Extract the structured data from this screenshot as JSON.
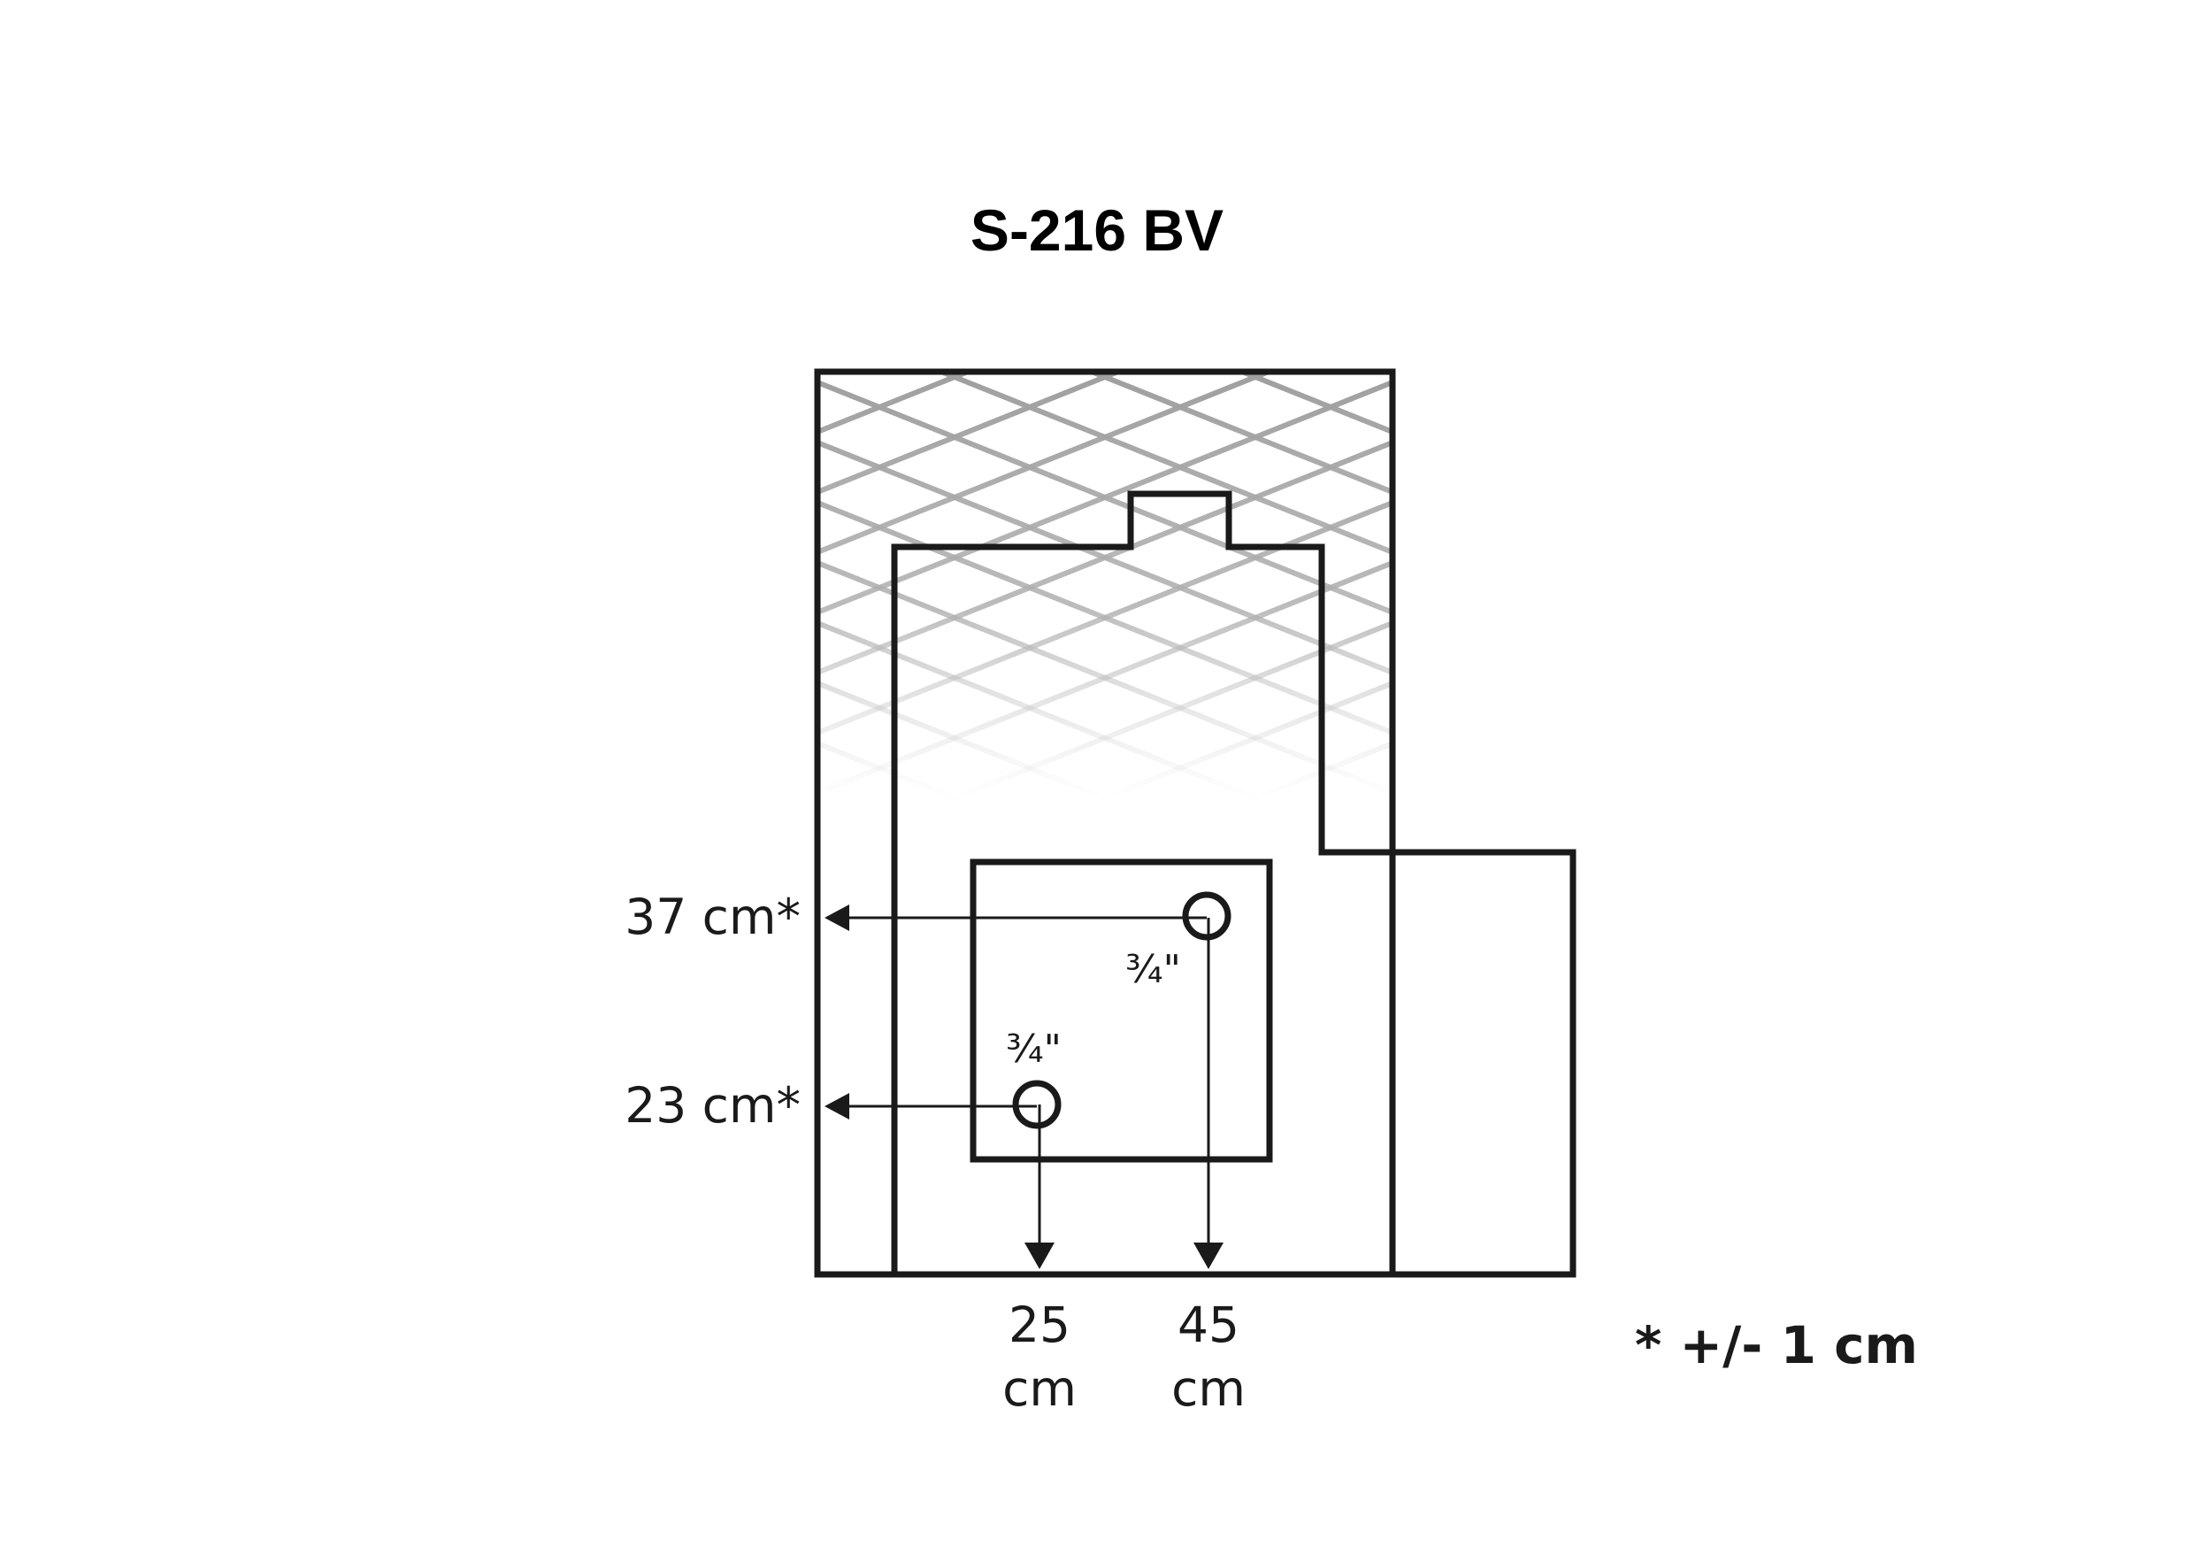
{
  "title": "S-216 BV",
  "pipe_size_label": "¾\"",
  "dimensions": {
    "upper_pipe_height": "37 cm*",
    "lower_pipe_height": "23 cm*",
    "left_pipe_offset_value": "25",
    "left_pipe_offset_unit": "cm",
    "right_pipe_offset_value": "45",
    "right_pipe_offset_unit": "cm"
  },
  "tolerance_note": "* +/- 1 cm",
  "colors": {
    "outline": "#1a1a1a",
    "hatch": "#a6a6a6"
  }
}
